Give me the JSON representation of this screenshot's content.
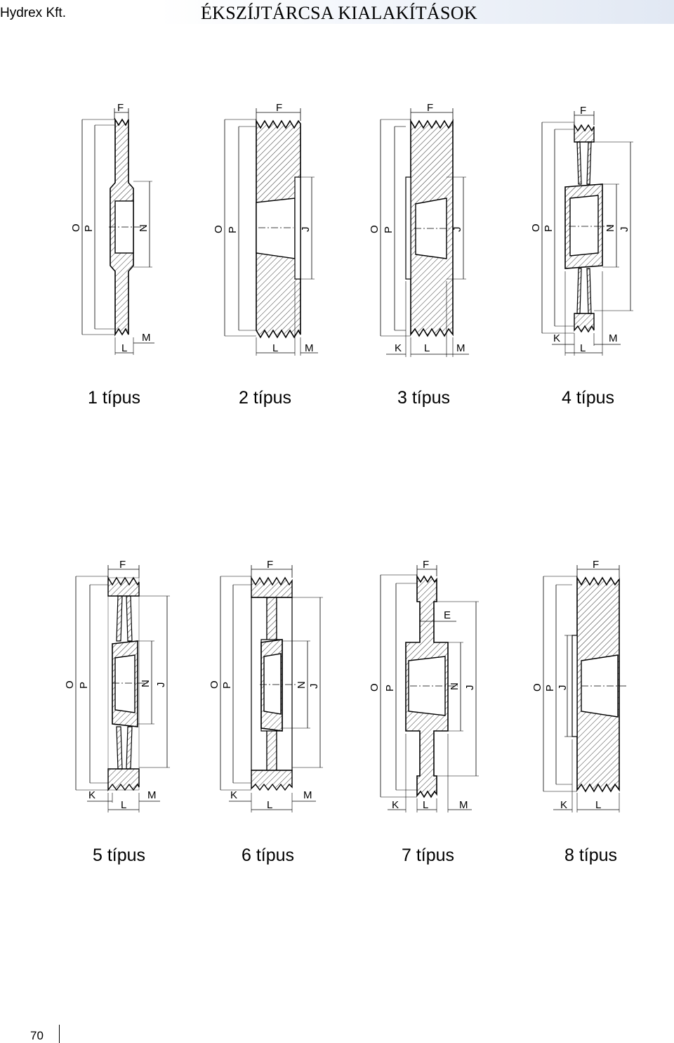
{
  "header": {
    "company": "Hydrex  Kft.",
    "title": "ÉKSZÍJTÁRCSA KIALAKÍTÁSOK"
  },
  "figures": [
    {
      "caption": "1 típus",
      "labels": {
        "f": "F",
        "o": "O",
        "p": "P",
        "n": "N",
        "l": "L",
        "m": "M"
      }
    },
    {
      "caption": "2 típus",
      "labels": {
        "f": "F",
        "o": "O",
        "p": "P",
        "j": "J",
        "l": "L",
        "m": "M"
      }
    },
    {
      "caption": "3 típus",
      "labels": {
        "f": "F",
        "o": "O",
        "p": "P",
        "j": "J",
        "k": "K",
        "l": "L",
        "m": "M"
      }
    },
    {
      "caption": "4 típus",
      "labels": {
        "f": "F",
        "o": "O",
        "p": "P",
        "n": "N",
        "j": "J",
        "k": "K",
        "l": "L",
        "m": "M"
      }
    },
    {
      "caption": "5 típus",
      "labels": {
        "f": "F",
        "o": "O",
        "p": "P",
        "n": "N",
        "j": "J",
        "k": "K",
        "l": "L",
        "m": "M"
      }
    },
    {
      "caption": "6 típus",
      "labels": {
        "f": "F",
        "o": "O",
        "p": "P",
        "n": "N",
        "j": "J",
        "k": "K",
        "l": "L",
        "m": "M"
      }
    },
    {
      "caption": "7 típus",
      "labels": {
        "f": "F",
        "e": "E",
        "o": "O",
        "p": "P",
        "n": "N",
        "j": "J",
        "k": "K",
        "l": "L",
        "m": "M"
      }
    },
    {
      "caption": "8 típus",
      "labels": {
        "f": "F",
        "o": "O",
        "p": "P",
        "j": "J",
        "k": "K",
        "l": "L"
      }
    }
  ],
  "page_number": "70"
}
